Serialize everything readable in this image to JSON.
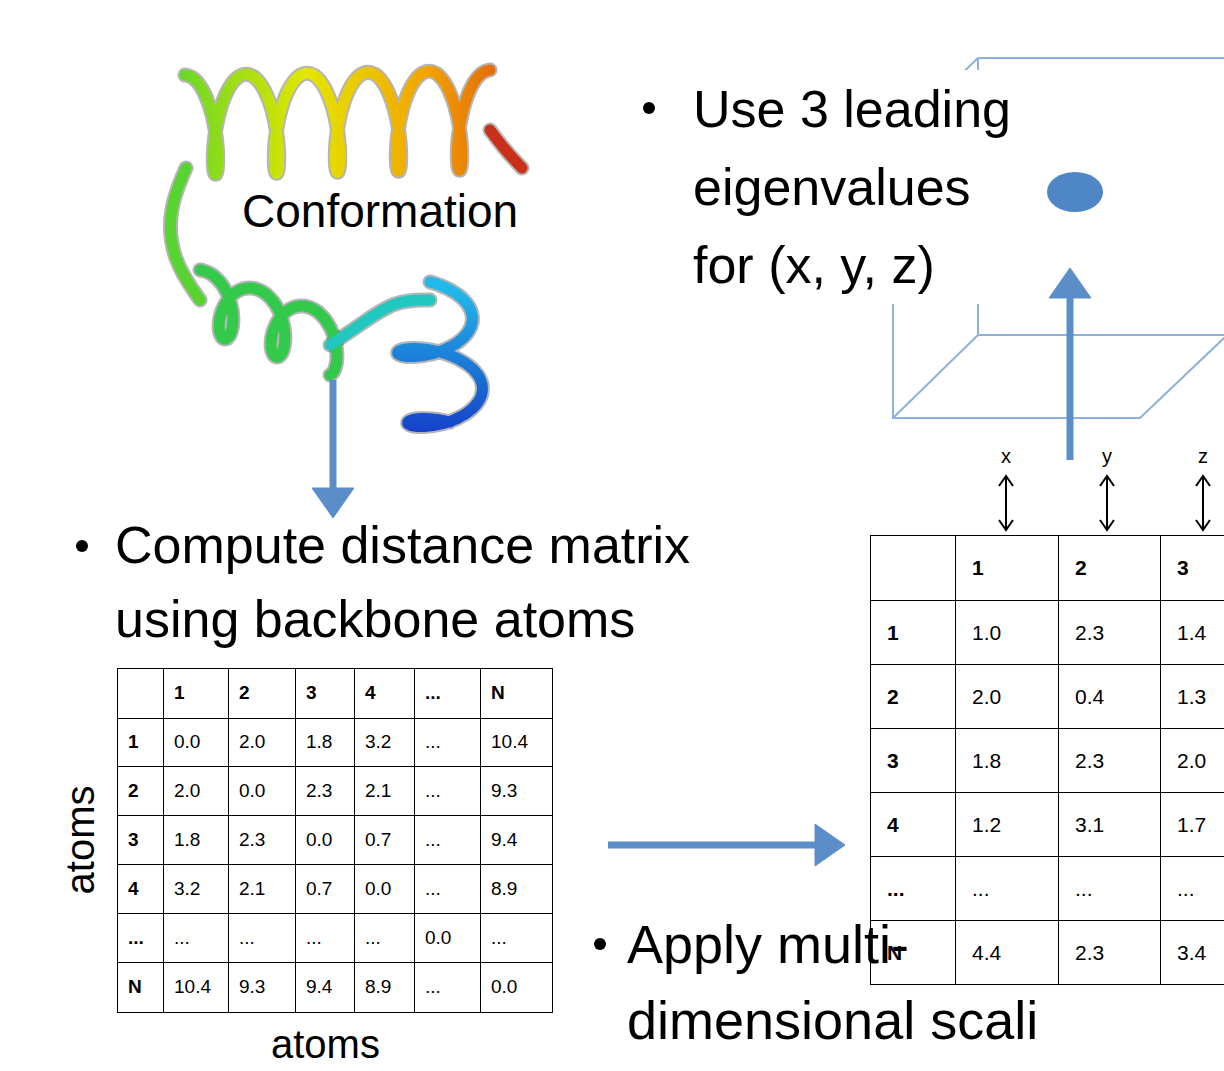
{
  "diagram": {
    "nodes": [
      {
        "text": [
          "Conformation"
        ]
      },
      {
        "text": [
          "1",
          "2",
          "3",
          "4",
          "...",
          "N",
          "1",
          "0.0",
          "2.0",
          "1.8",
          "3.2",
          "...",
          "10.4",
          "2",
          "2.0",
          "0.0",
          "2.3",
          "2.1",
          "...",
          "9.3",
          "3",
          "1.8",
          "2.3",
          "0.0",
          "0.7",
          "...",
          "9.4",
          "4",
          "3.2",
          "2.1",
          "0.7",
          "0.0",
          "...",
          "8.9",
          "...",
          "...",
          "...",
          "...",
          "...",
          "0.0",
          "...",
          "N",
          "10.4",
          "9.3",
          "9.4",
          "8.9",
          "...",
          "0.0"
        ]
      },
      {
        "text": [
          "1",
          "2",
          "3",
          "1",
          "1.0",
          "2.3",
          "1.4",
          "2",
          "2.0",
          "0.4",
          "1.3",
          "3",
          "1.8",
          "2.3",
          "2.0",
          "4",
          "1.2",
          "3.1",
          "1.7",
          "...",
          "...",
          "...",
          "...",
          "N",
          "4.4",
          "2.3",
          "3.4"
        ]
      },
      {
        "text": []
      }
    ],
    "edges": [
      {
        "from": 0,
        "to": 1,
        "arrow": "to"
      },
      {
        "from": 1,
        "to": 2,
        "arrow": "to"
      },
      {
        "from": 2,
        "to": 3,
        "arrow": "to"
      }
    ],
    "labels": [
      "Compute distance matrix using backbone atoms",
      "Use 3 leading eigenvalues for (x, y, z)",
      "Apply multi-dimensional scali",
      "atoms",
      "atoms",
      "x",
      "y",
      "z"
    ]
  }
}
